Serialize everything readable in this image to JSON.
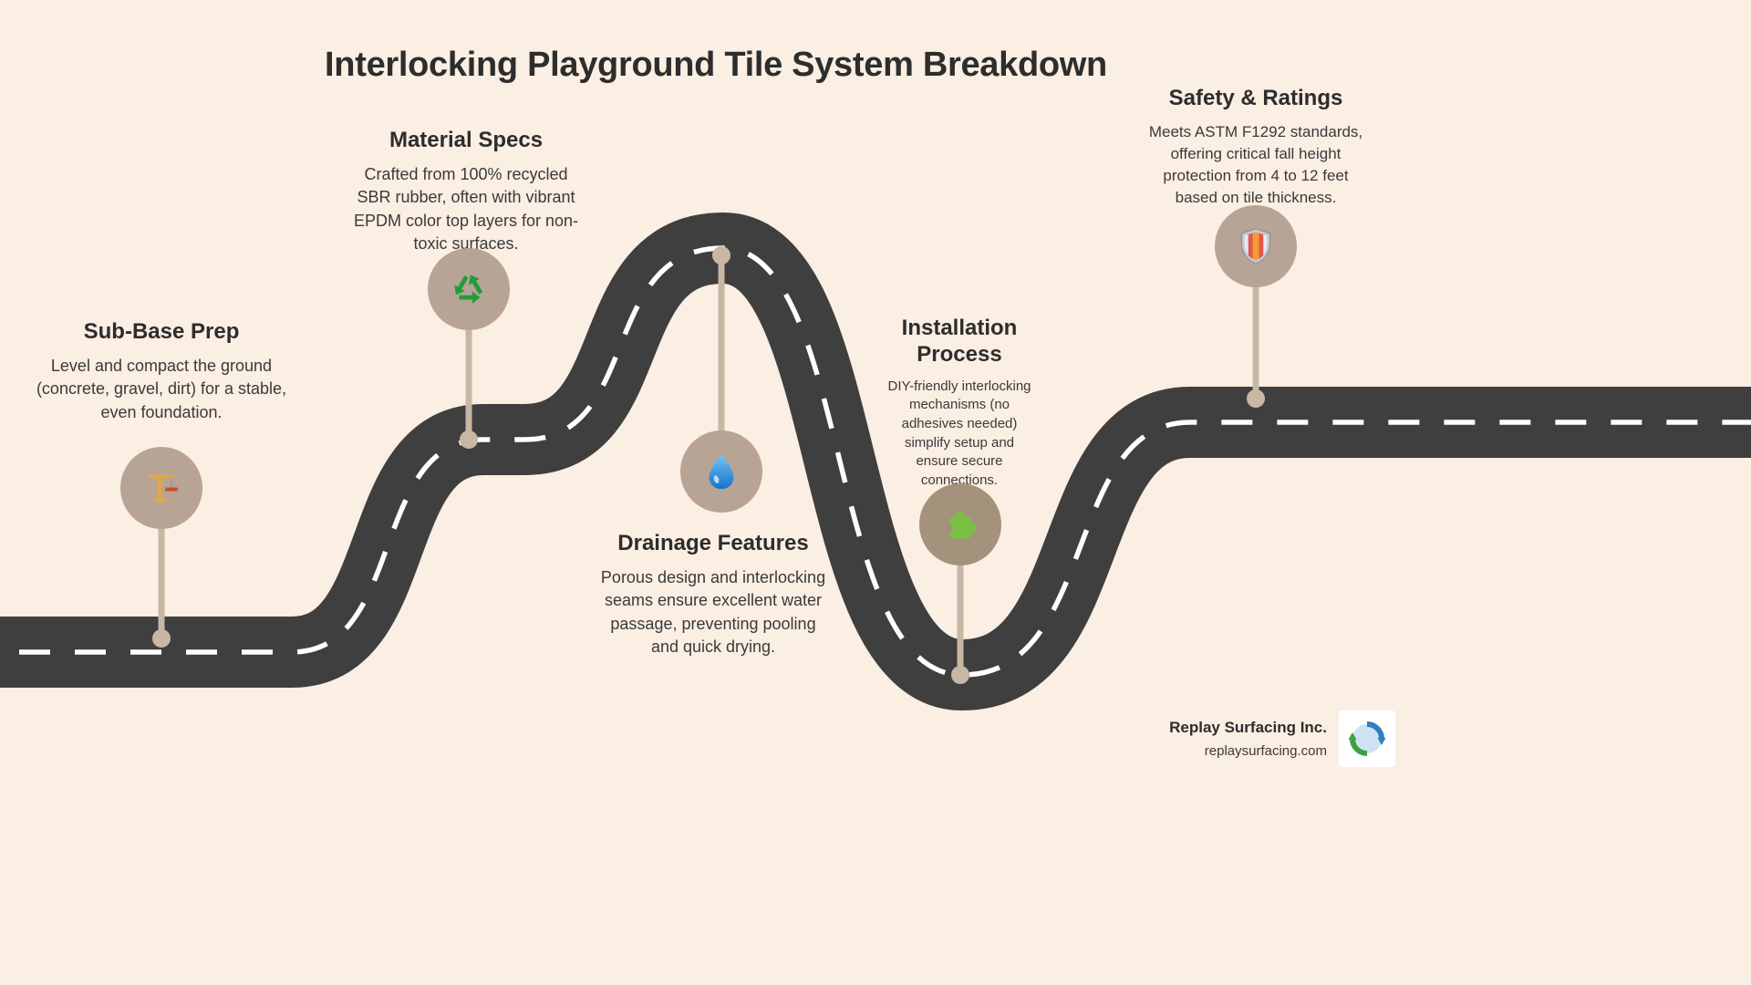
{
  "title": "Interlocking Playground Tile System Breakdown",
  "milestones": [
    {
      "title": "Sub-Base Prep",
      "description": "Level and compact the ground (concrete, gravel, dirt) for a stable, even foundation.",
      "icon": "construction-crane",
      "circle_color": "#b7a494"
    },
    {
      "title": "Material Specs",
      "description": "Crafted from 100% recycled SBR rubber, often with vibrant EPDM color top layers for non-toxic surfaces.",
      "icon": "recycling-symbol",
      "circle_color": "#b7a494"
    },
    {
      "title": "Drainage Features",
      "description": "Porous design and interlocking seams ensure excellent water passage, preventing pooling and quick drying.",
      "icon": "water-droplet",
      "circle_color": "#b7a494"
    },
    {
      "title": "Installation Process",
      "description": "DIY-friendly interlocking mechanisms (no adhesives needed) simplify setup and ensure secure connections.",
      "icon": "puzzle-piece",
      "circle_color": "#a5927c"
    },
    {
      "title": "Safety & Ratings",
      "description": "Meets ASTM F1292 standards, offering critical fall height protection from 4 to 12 feet based on tile thickness.",
      "icon": "shield",
      "circle_color": "#b7a494"
    }
  ],
  "footer": {
    "company": "Replay Surfacing Inc.",
    "website": "replaysurfacing.com"
  },
  "colors": {
    "background": "#fbeee3",
    "road": "#3f3f3f",
    "road_dash": "#ffffff",
    "stem": "#c9b7a6",
    "heading": "#2d2d2d",
    "body": "#3a3a3a"
  }
}
